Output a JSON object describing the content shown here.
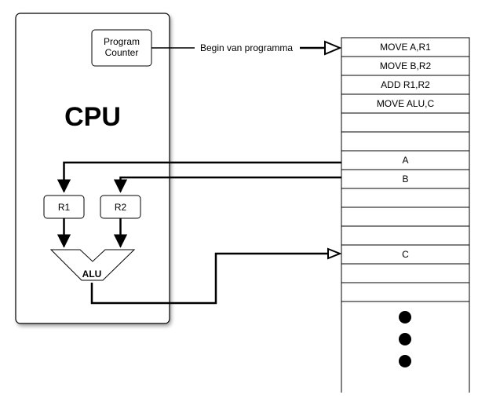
{
  "cpu": {
    "title": "CPU",
    "program_counter": {
      "line1": "Program",
      "line2": "Counter"
    },
    "register1": "R1",
    "register2": "R2",
    "alu": "ALU"
  },
  "arrow_label": "Begin van programma",
  "memory": {
    "cells": [
      "MOVE A,R1",
      "MOVE B,R2",
      "ADD R1,R2",
      "MOVE ALU,C",
      "",
      "",
      "A",
      "B",
      "",
      "",
      "",
      "C",
      "",
      ""
    ],
    "continuation_dots": 3
  }
}
